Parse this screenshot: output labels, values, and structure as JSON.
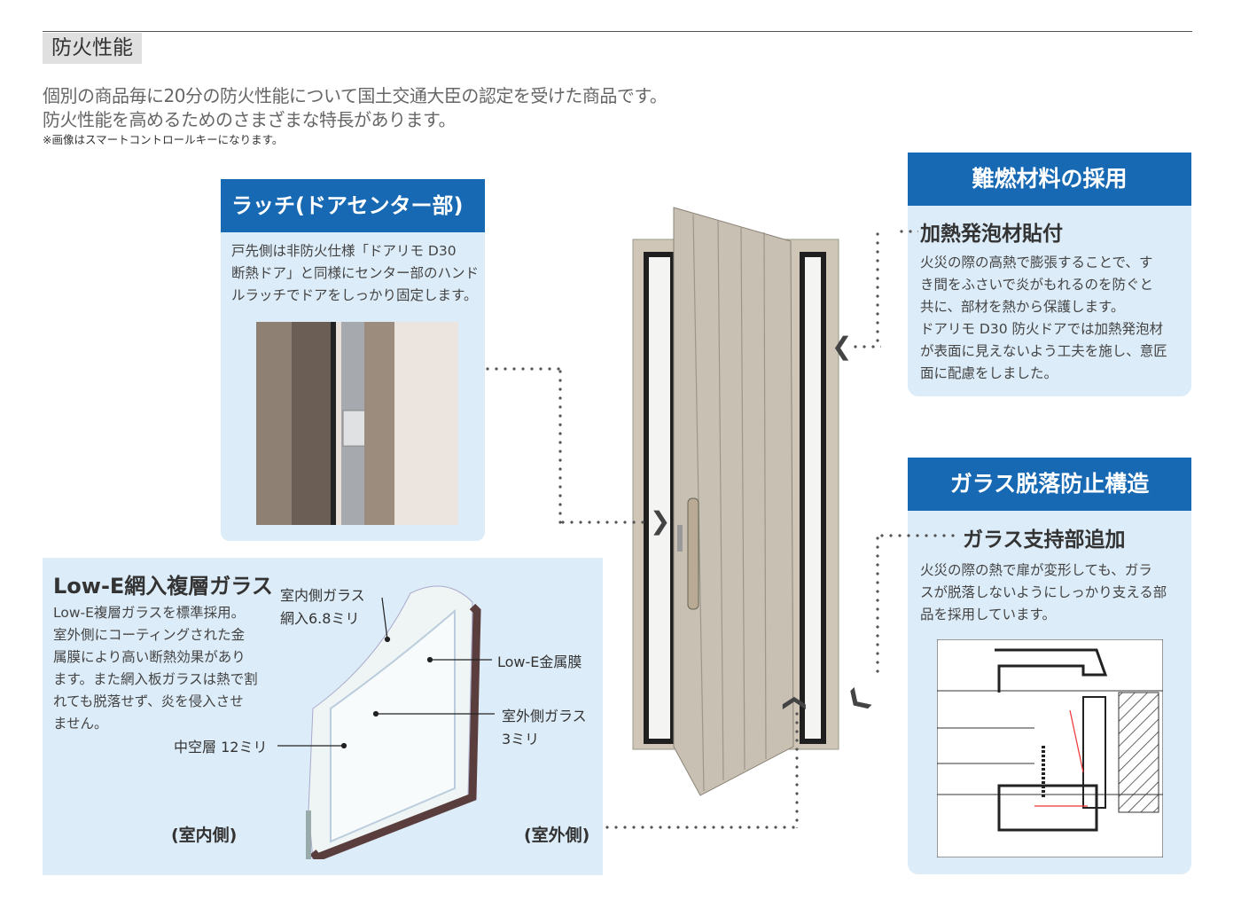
{
  "section_tag": "防火性能",
  "intro": {
    "line1": "個別の商品毎に20分の防火性能について国土交通大臣の認定を受けた商品です。",
    "line2": "防火性能を高めるためのさまざまな特長があります。",
    "note": "※画像はスマートコントロールキーになります。"
  },
  "latch": {
    "title": "ラッチ(ドアセンター部)",
    "lines": [
      "戸先側は非防火仕様「ドアリモ D30",
      "断熱ドア」と同様にセンター部のハンド",
      "ルラッチでドアをしっかり固定します。"
    ]
  },
  "flame_retardant": {
    "title": "難燃材料の採用",
    "subtitle": "加熱発泡材貼付",
    "lines": [
      "火災の際の高熱で膨張することで、す",
      "き間をふさいで炎がもれるのを防ぐと",
      "共に、部材を熱から保護します。",
      "ドアリモ D30 防火ドアでは加熱発泡材",
      "が表面に見えないよう工夫を施し、意匠",
      "面に配慮をしました。"
    ]
  },
  "glass_fall": {
    "title": "ガラス脱落防止構造",
    "subtitle": "ガラス支持部追加",
    "lines": [
      "火災の際の熱で扉が変形しても、ガラ",
      "スが脱落しないようにしっかり支える部",
      "品を採用しています。"
    ]
  },
  "lowe": {
    "title": "Low-E網入複層ガラス",
    "lines": [
      "Low-E複層ガラスを標準採用。",
      "室外側にコーティングされた金",
      "属膜により高い断熱効果があり",
      "ます。また網入板ガラスは熱で割",
      "れても脱落せず、炎を侵入させ",
      "ません。"
    ],
    "label_inner_glass": [
      "室内側ガラス",
      "網入6.8ミリ"
    ],
    "label_metal": "Low-E金属膜",
    "label_outer_glass": [
      "室外側ガラス",
      "3ミリ"
    ],
    "label_air": "中空層 12ミリ",
    "label_indoor": "(室内側)",
    "label_outdoor": "(室外側)"
  },
  "colors": {
    "accent": "#1769b3",
    "panel": "#dcecf8"
  }
}
